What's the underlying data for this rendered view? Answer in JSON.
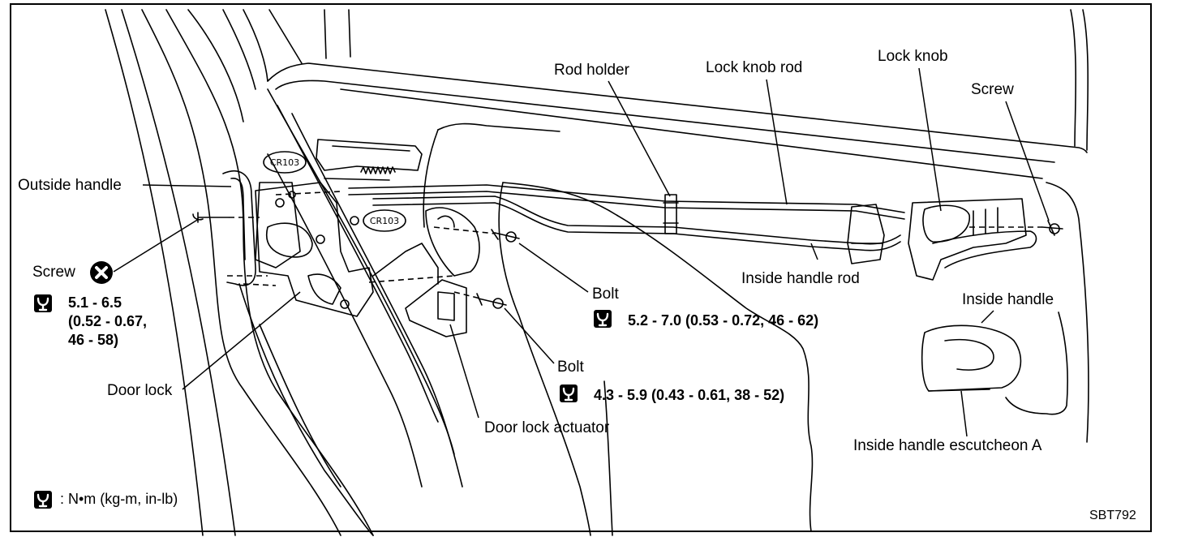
{
  "labels": {
    "rod_holder": "Rod holder",
    "lock_knob_rod": "Lock knob rod",
    "lock_knob": "Lock knob",
    "screw_right": "Screw",
    "outside_handle": "Outside handle",
    "screw_left": "Screw",
    "inside_handle_rod": "Inside handle rod",
    "inside_handle": "Inside handle",
    "bolt_upper": "Bolt",
    "bolt_lower": "Bolt",
    "door_lock": "Door lock",
    "door_lock_actuator": "Door lock actuator",
    "inside_handle_escutcheon": "Inside handle escutcheon A",
    "connector_1": "CR103",
    "connector_2": "CR103"
  },
  "specs": {
    "screw": [
      "5.1 - 6.5",
      "(0.52 - 0.67,",
      "46 - 58)"
    ],
    "bolt_upper": "5.2 - 7.0 (0.53 - 0.72, 46 - 62)",
    "bolt_lower": "4.3 - 5.9 (0.43 - 0.61, 38 - 52)"
  },
  "legend": {
    "unit_text": ": N•m (kg-m, in-lb)"
  },
  "figure_code": "SBT792",
  "icons": [
    "torque-wrench-icon",
    "do-not-reuse-icon"
  ]
}
